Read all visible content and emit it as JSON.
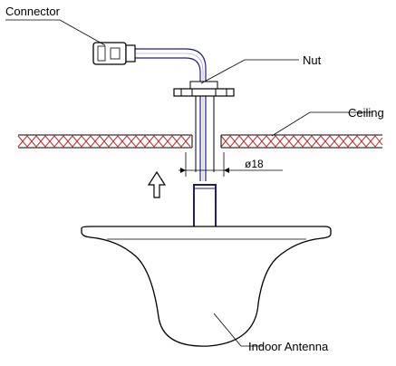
{
  "labels": {
    "connector": "Connector",
    "nut": "Nut",
    "ceiling": "Ceiling",
    "diameter": "ø18",
    "antenna": "Indoor Antenna"
  },
  "colors": {
    "line": "#000000",
    "cable": "#1a1aa6",
    "hatch": "#cc2222",
    "post": "#1e1e7a"
  },
  "icons": {
    "direction": "arrow-up-icon"
  }
}
